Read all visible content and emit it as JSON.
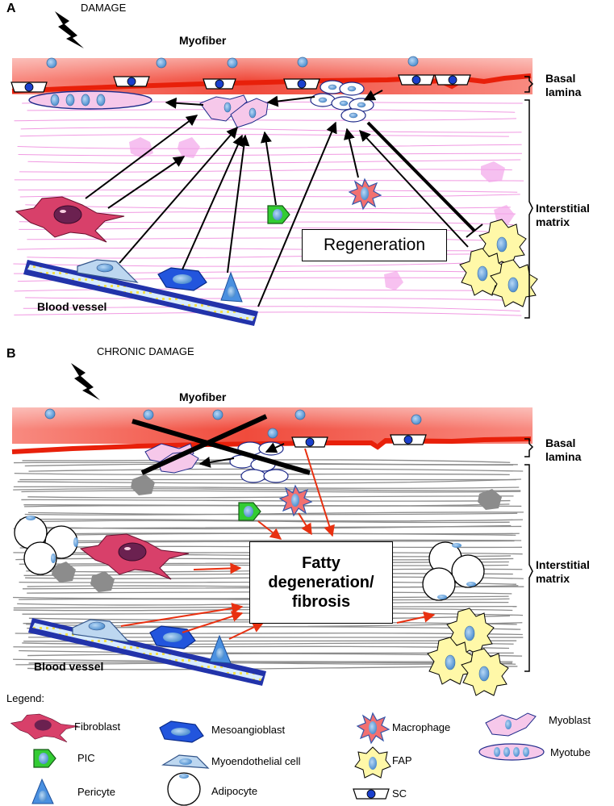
{
  "panel_a": {
    "letter": "A",
    "damage": "DAMAGE",
    "myofiber": "Myofiber",
    "basal_lamina": [
      "Basal",
      "lamina"
    ],
    "interstitial_matrix": [
      "Interstitial",
      "matrix"
    ],
    "blood_vessel": "Blood vessel",
    "outcome": "Regeneration"
  },
  "panel_b": {
    "letter": "B",
    "damage": "CHRONIC DAMAGE",
    "myofiber": "Myofiber",
    "basal_lamina": [
      "Basal",
      "lamina"
    ],
    "interstitial_matrix": [
      "Interstitial",
      "matrix"
    ],
    "blood_vessel": "Blood vessel",
    "outcome": [
      "Fatty",
      "degeneration/",
      "fibrosis"
    ]
  },
  "legend": {
    "title": "Legend:",
    "items": {
      "fibroblast": "Fibroblast",
      "pic": "PIC",
      "pericyte": "Pericyte",
      "mesoangioblast": "Mesoangioblast",
      "myoendothelial": "Myoendothelial cell",
      "adipocyte": "Adipocyte",
      "macrophage": "Macrophage",
      "fap": "FAP",
      "sc": "SC",
      "myoblast": "Myoblast",
      "myotube": "Myotube"
    }
  },
  "colors": {
    "myofiber": "#f04b3c",
    "basal_lamina": "#e8200a",
    "matrix_a": "#ee88dd",
    "matrix_b": "#8c8c8c",
    "fibroblast": "#d8406a",
    "pic": "#33cc33",
    "vessel": "#2233aa",
    "mesoangioblast": "#2255dd",
    "fap": "#fff8a8",
    "myoblast": "#f6c8ea",
    "nucleus": "#6fa8dc",
    "arrow_b": "#e83010"
  }
}
